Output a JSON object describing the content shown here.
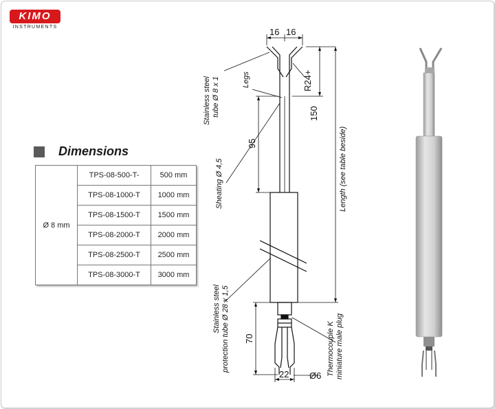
{
  "brand": {
    "name": "KIMO",
    "subtitle": "INSTRUMENTS"
  },
  "section": {
    "title": "Dimensions"
  },
  "table": {
    "diameter": "Ø 8 mm",
    "rows": [
      {
        "ref": "TPS-08-500-T-",
        "length": "500 mm"
      },
      {
        "ref": "TPS-08-1000-T",
        "length": "1000 mm"
      },
      {
        "ref": "TPS-08-1500-T",
        "length": "1500 mm"
      },
      {
        "ref": "TPS-08-2000-T",
        "length": "2000 mm"
      },
      {
        "ref": "TPS-08-2500-T",
        "length": "2500 mm"
      },
      {
        "ref": "TPS-08-3000-T",
        "length": "3000 mm"
      }
    ]
  },
  "drawing": {
    "dim_left": "16",
    "dim_right": "16",
    "radius": "R24+",
    "legs": "Legs",
    "tube_line1": "Stainless steel",
    "tube_line2": "tube Ø 8 x 1",
    "dim_150": "150",
    "dim_95": "95",
    "sheathing": "Sheating Ø 4,5",
    "length_label": "Length (see table beside)",
    "protection_line1": "Stainless steel",
    "protection_line2": "protection tube Ø 28 x 1,5",
    "dim_70": "70",
    "thermocouple_line1": "Thermocouple K",
    "thermocouple_line2": "miniature male plug",
    "dim_22": "22",
    "dim_6": "Ø6"
  },
  "colors": {
    "brand_red": "#d7191c",
    "bullet": "#5a5a5a",
    "metal": "#c8c8c8"
  }
}
